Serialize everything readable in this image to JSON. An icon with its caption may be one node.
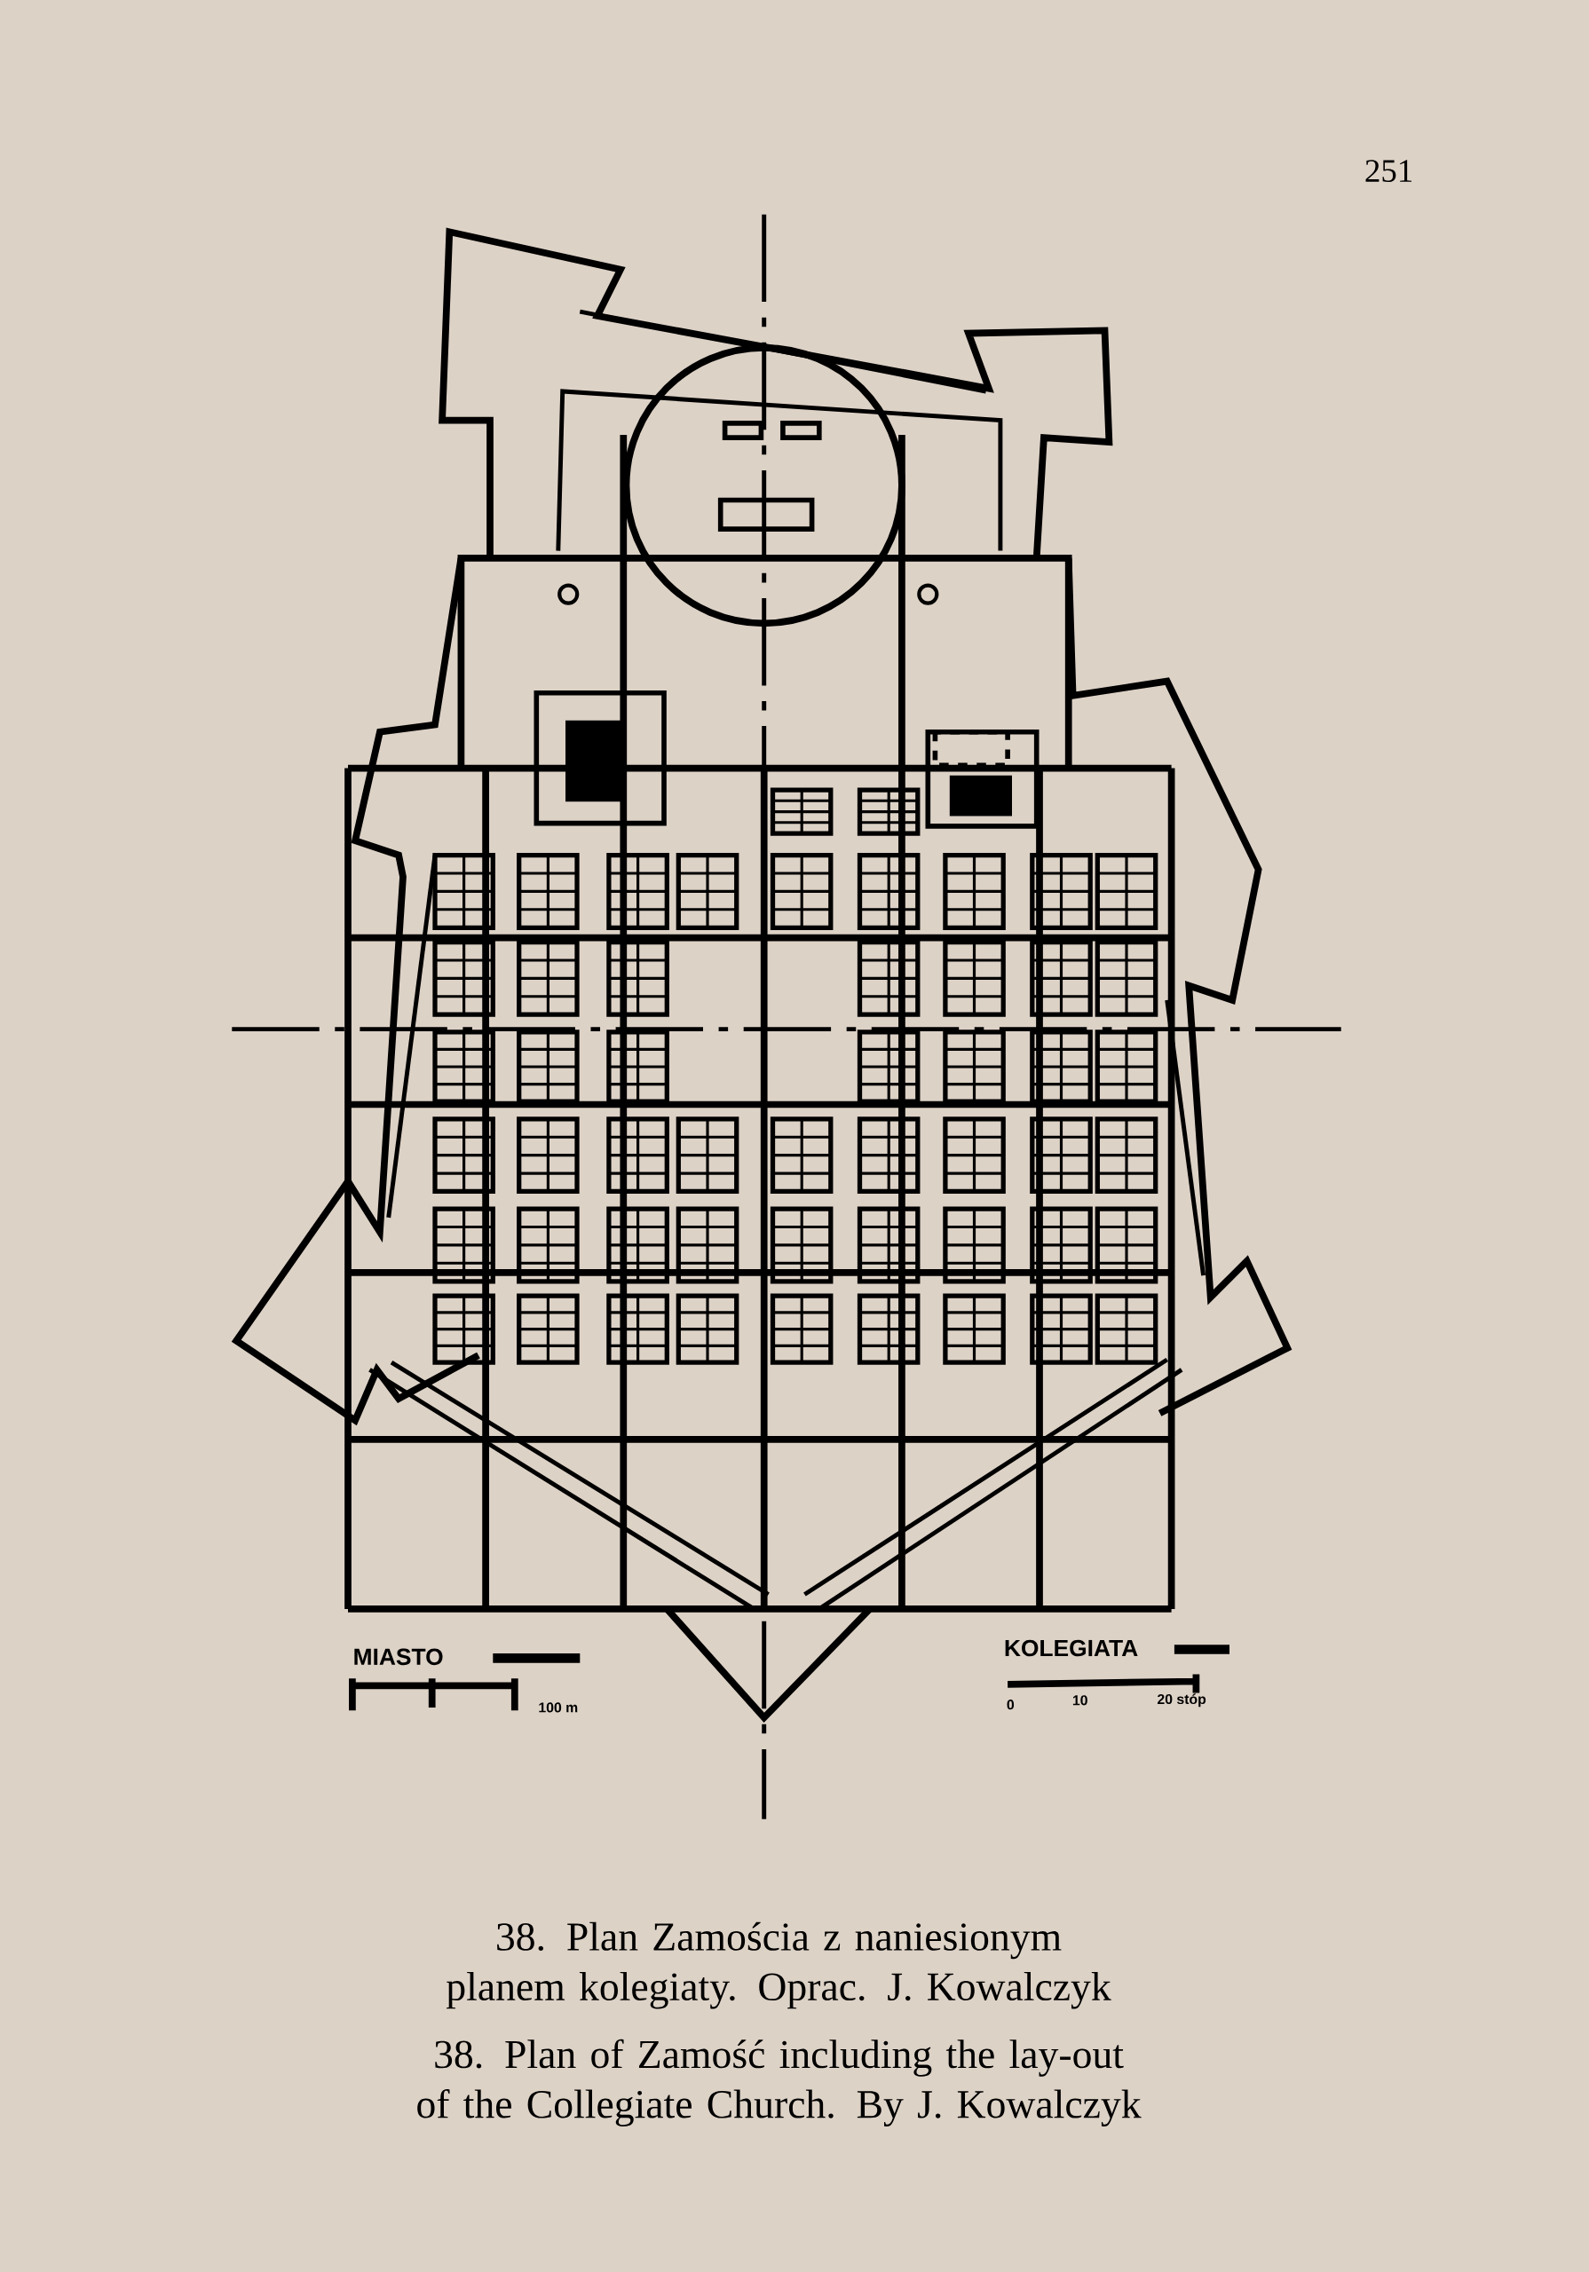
{
  "diagram": {
    "caption": "38. Plan Zamościa z naniesionym planem kolegiaty. Oprac. J. Kowalczyk",
    "labels": [
      "251",
      "100 m",
      "0",
      "10",
      "20 stóp",
      "38. Plan of Zamość including the lay-out of the Collegiate Church. By J. Kowalczyk"
    ],
    "legend": [
      {
        "text": "MIASTO"
      },
      {
        "text": "KOLEGIATA"
      }
    ]
  }
}
